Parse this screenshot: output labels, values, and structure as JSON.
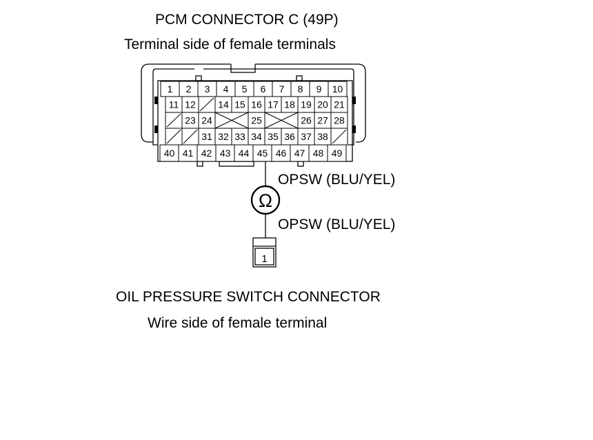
{
  "pcm_connector": {
    "title": "PCM CONNECTOR C (49P)",
    "subtitle": "Terminal side of female terminals",
    "rows": [
      [
        "1",
        "2",
        "3",
        "4",
        "5",
        "6",
        "7",
        "8",
        "9",
        "10"
      ],
      [
        "11",
        "12",
        "/",
        "14",
        "15",
        "16",
        "17",
        "18",
        "19",
        "20",
        "21"
      ],
      [
        "/",
        "23",
        "24",
        "X",
        "25",
        "X",
        "26",
        "27",
        "28"
      ],
      [
        "/",
        "/",
        "31",
        "32",
        "33",
        "34",
        "35",
        "36",
        "37",
        "38",
        "/"
      ],
      [
        "40",
        "41",
        "42",
        "43",
        "44",
        "45",
        "46",
        "47",
        "48",
        "49"
      ]
    ]
  },
  "meter": {
    "symbol": "Ω"
  },
  "wires": {
    "upper_label": "OPSW (BLU/YEL)",
    "lower_label": "OPSW (BLU/YEL)"
  },
  "switch_connector": {
    "title": "OIL PRESSURE SWITCH CONNECTOR",
    "subtitle": "Wire side of female terminal",
    "terminal": "1"
  }
}
